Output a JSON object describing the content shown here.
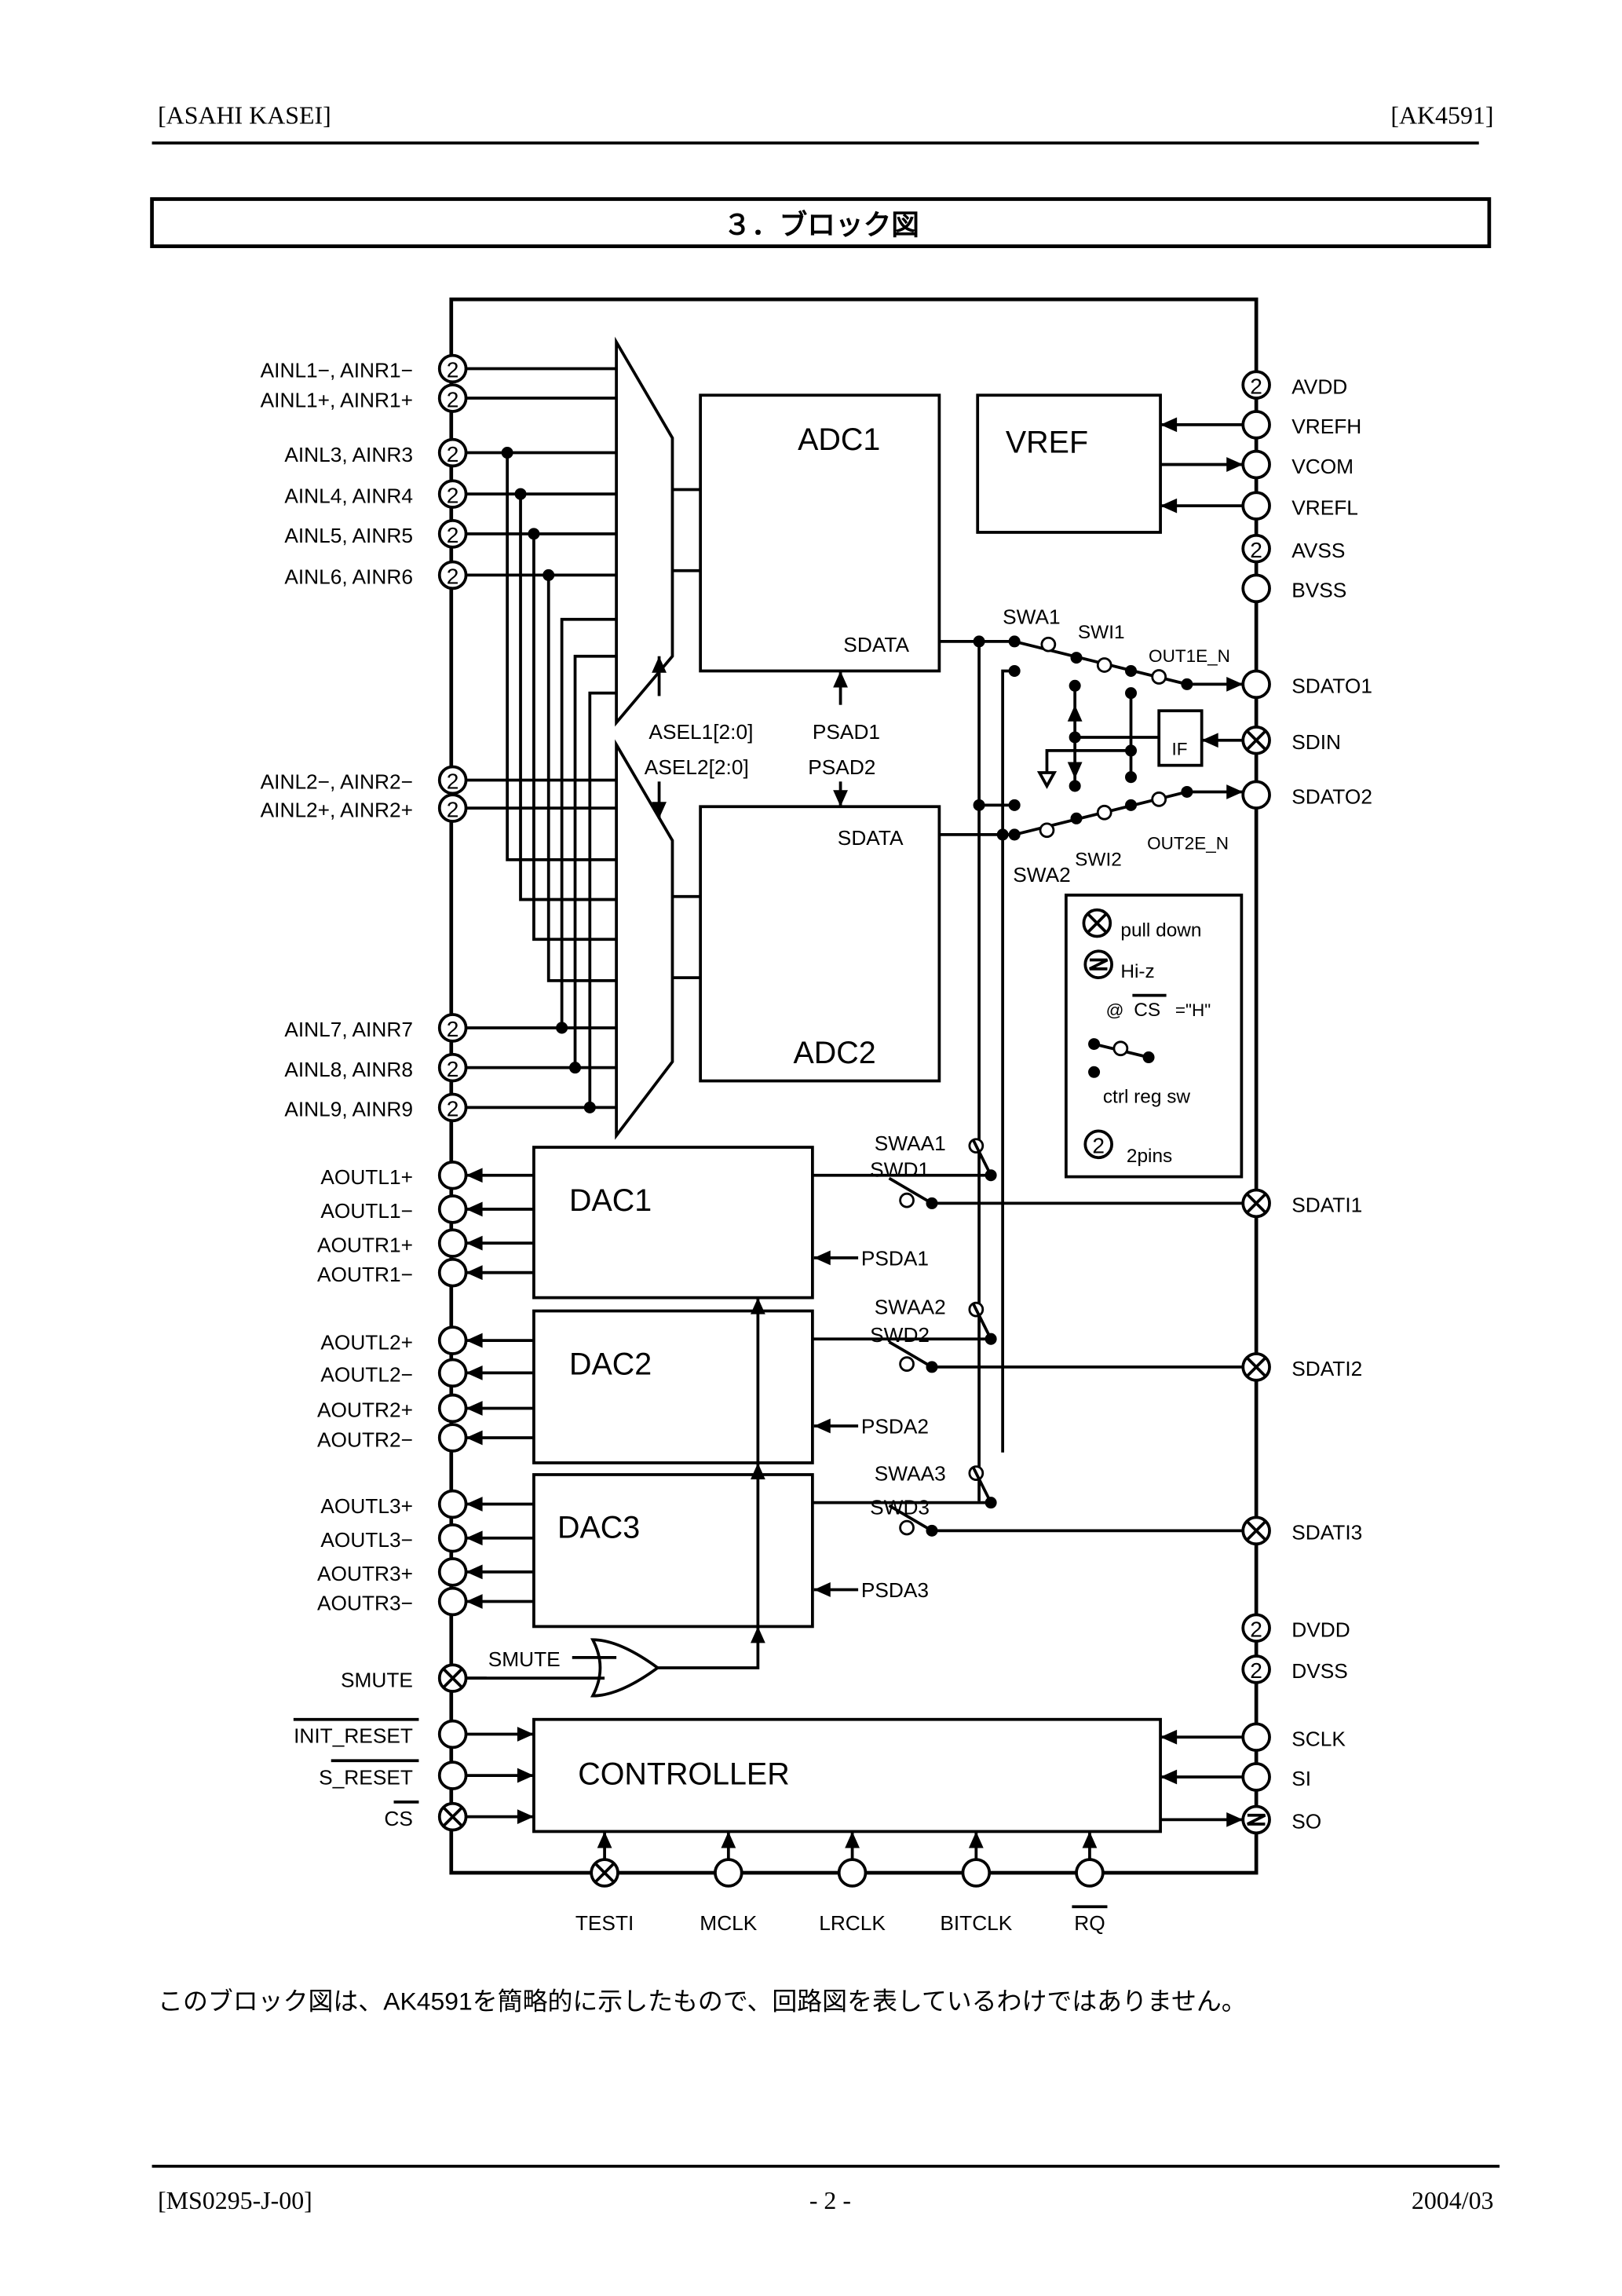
{
  "header": {
    "left": "[ASAHI KASEI]",
    "right": "[AK4591]"
  },
  "section_title": "３．ブロック図",
  "diagram": {
    "blocks": {
      "adc1": "ADC1",
      "adc2": "ADC2",
      "vref": "VREF",
      "dac1": "DAC1",
      "dac2": "DAC2",
      "dac3": "DAC3",
      "controller": "CONTROLLER",
      "if": "IF"
    },
    "pins_left": [
      {
        "label": "AINL1−, AINR1−",
        "type": "two"
      },
      {
        "label": "AINL1+, AINR1+",
        "type": "two"
      },
      {
        "label": "AINL3, AINR3",
        "type": "two"
      },
      {
        "label": "AINL4, AINR4",
        "type": "two"
      },
      {
        "label": "AINL5, AINR5",
        "type": "two"
      },
      {
        "label": "AINL6, AINR6",
        "type": "two"
      },
      {
        "label": "AINL2−, AINR2−",
        "type": "two"
      },
      {
        "label": "AINL2+, AINR2+",
        "type": "two"
      },
      {
        "label": "AINL7, AINR7",
        "type": "two"
      },
      {
        "label": "AINL8, AINR8",
        "type": "two"
      },
      {
        "label": "AINL9, AINR9",
        "type": "two"
      },
      {
        "label": "AOUTL1+",
        "type": "open"
      },
      {
        "label": "AOUTL1−",
        "type": "open"
      },
      {
        "label": "AOUTR1+",
        "type": "open"
      },
      {
        "label": "AOUTR1−",
        "type": "open"
      },
      {
        "label": "AOUTL2+",
        "type": "open"
      },
      {
        "label": "AOUTL2−",
        "type": "open"
      },
      {
        "label": "AOUTR2+",
        "type": "open"
      },
      {
        "label": "AOUTR2−",
        "type": "open"
      },
      {
        "label": "AOUTL3+",
        "type": "open"
      },
      {
        "label": "AOUTL3−",
        "type": "open"
      },
      {
        "label": "AOUTR3+",
        "type": "open"
      },
      {
        "label": "AOUTR3−",
        "type": "open"
      },
      {
        "label": "SMUTE",
        "type": "pulldown"
      },
      {
        "label": "INIT_RESET",
        "type": "open",
        "overline": true
      },
      {
        "label": "S_RESET",
        "type": "open",
        "overline": true
      },
      {
        "label": "CS",
        "type": "pulldown",
        "overline": true
      }
    ],
    "pins_right": [
      {
        "label": "AVDD",
        "type": "two"
      },
      {
        "label": "VREFH",
        "type": "open"
      },
      {
        "label": "VCOM",
        "type": "open"
      },
      {
        "label": "VREFL",
        "type": "open"
      },
      {
        "label": "AVSS",
        "type": "two"
      },
      {
        "label": "BVSS",
        "type": "open"
      },
      {
        "label": "SDATO1",
        "type": "open"
      },
      {
        "label": "SDIN",
        "type": "pulldown"
      },
      {
        "label": "SDATO2",
        "type": "open"
      },
      {
        "label": "SDATI1",
        "type": "pulldown"
      },
      {
        "label": "SDATI2",
        "type": "pulldown"
      },
      {
        "label": "SDATI3",
        "type": "pulldown"
      },
      {
        "label": "DVDD",
        "type": "two"
      },
      {
        "label": "DVSS",
        "type": "two"
      },
      {
        "label": "SCLK",
        "type": "open"
      },
      {
        "label": "SI",
        "type": "open"
      },
      {
        "label": "SO",
        "type": "hiz"
      }
    ],
    "pins_bottom": [
      {
        "label": "TESTI",
        "type": "pulldown"
      },
      {
        "label": "MCLK",
        "type": "open"
      },
      {
        "label": "LRCLK",
        "type": "open"
      },
      {
        "label": "BITCLK",
        "type": "open"
      },
      {
        "label": "RQ",
        "type": "open",
        "overline": true
      }
    ],
    "signals": {
      "sdata1": "SDATA",
      "sdata2": "SDATA",
      "asel1": "ASEL1[2:0]",
      "asel2": "ASEL2[2:0]",
      "psad1": "PSAD1",
      "psad2": "PSAD2",
      "swa1": "SWA1",
      "swi1": "SWI1",
      "out1e_n": "OUT1E_N",
      "swa2": "SWA2",
      "swi2": "SWI2",
      "out2e_n": "OUT2E_N",
      "swaa1": "SWAA1",
      "swd1": "SWD1",
      "swaa2": "SWAA2",
      "swd2": "SWD2",
      "swaa3": "SWAA3",
      "swd3": "SWD3",
      "psda1": "PSDA1",
      "psda2": "PSDA2",
      "psda3": "PSDA3",
      "smute": "SMUTE"
    },
    "legend": {
      "pull_down": "pull down",
      "hiz": "Hi-z",
      "hiz_prefix": "@",
      "hiz_cs": "CS",
      "hiz_suffix": "=\"H\"",
      "ctrl_reg_sw": "ctrl reg sw",
      "two_pins": "2pins"
    }
  },
  "note": "このブロック図は、AK4591を簡略的に示したもので、回路図を表しているわけではありません。",
  "footer": {
    "left": "[MS0295-J-00]",
    "center": "- 2 -",
    "right": "2004/03"
  }
}
